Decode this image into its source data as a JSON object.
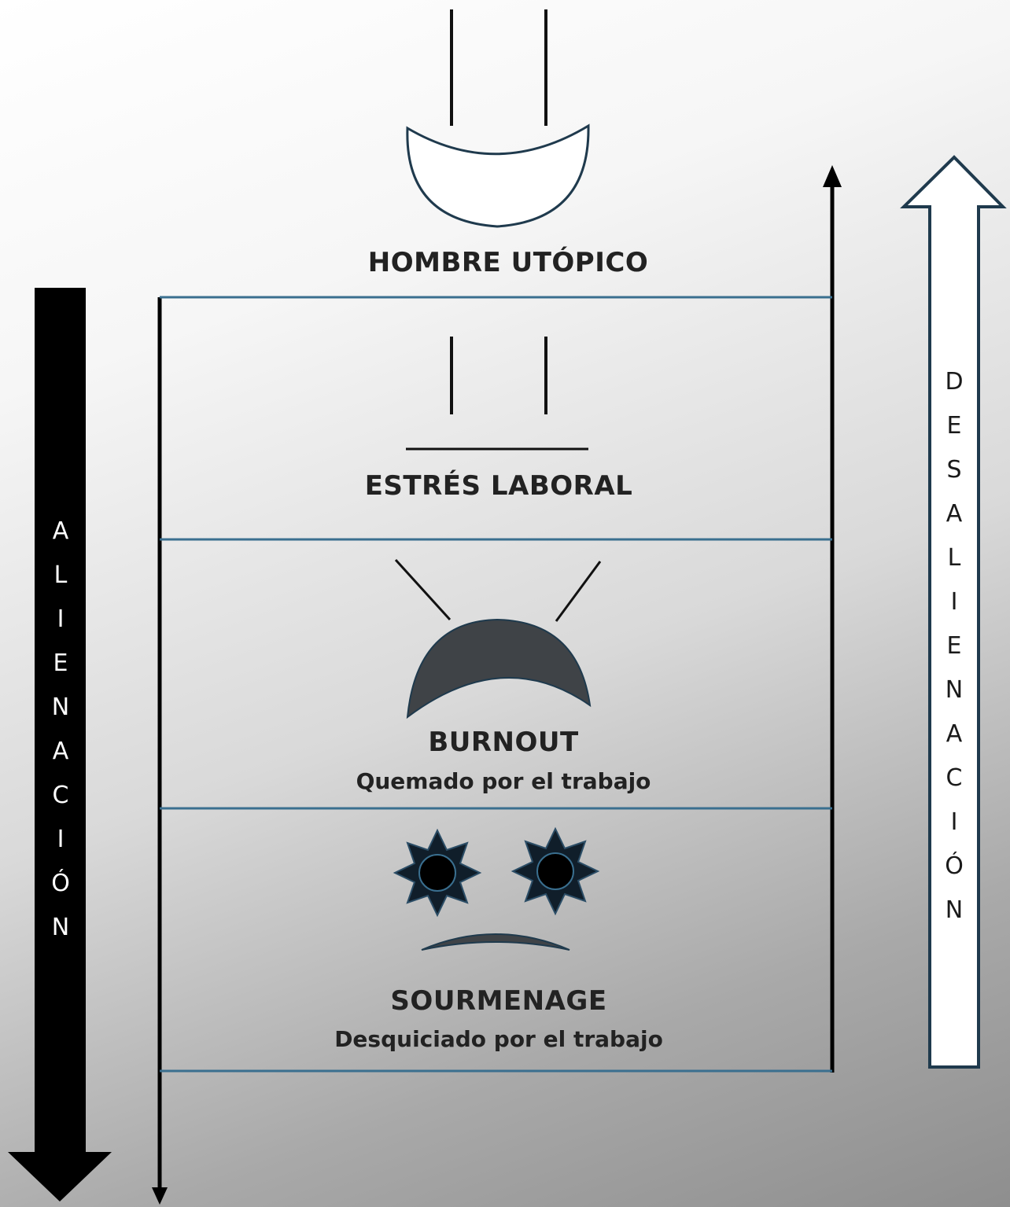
{
  "levels": [
    {
      "title": "HOMBRE UTÓPICO",
      "subtitle": ""
    },
    {
      "title": "ESTRÉS LABORAL",
      "subtitle": ""
    },
    {
      "title": "BURNOUT",
      "subtitle": "Quemado por el trabajo"
    },
    {
      "title": "SOURMENAGE",
      "subtitle": "Desquiciado por el trabajo"
    }
  ],
  "left_arrow_text": "ALIENACIÓN",
  "right_arrow_text": "DESALIENACIÓN",
  "colors": {
    "divider": "#3a6f8f",
    "face_outline": "#1f3a4d",
    "face_fill_dark": "#3f4347",
    "eye_fill": "#000000"
  },
  "icons": [
    "smiling-face-icon",
    "neutral-face-icon",
    "frowning-face-icon",
    "dizzy-face-icon"
  ]
}
